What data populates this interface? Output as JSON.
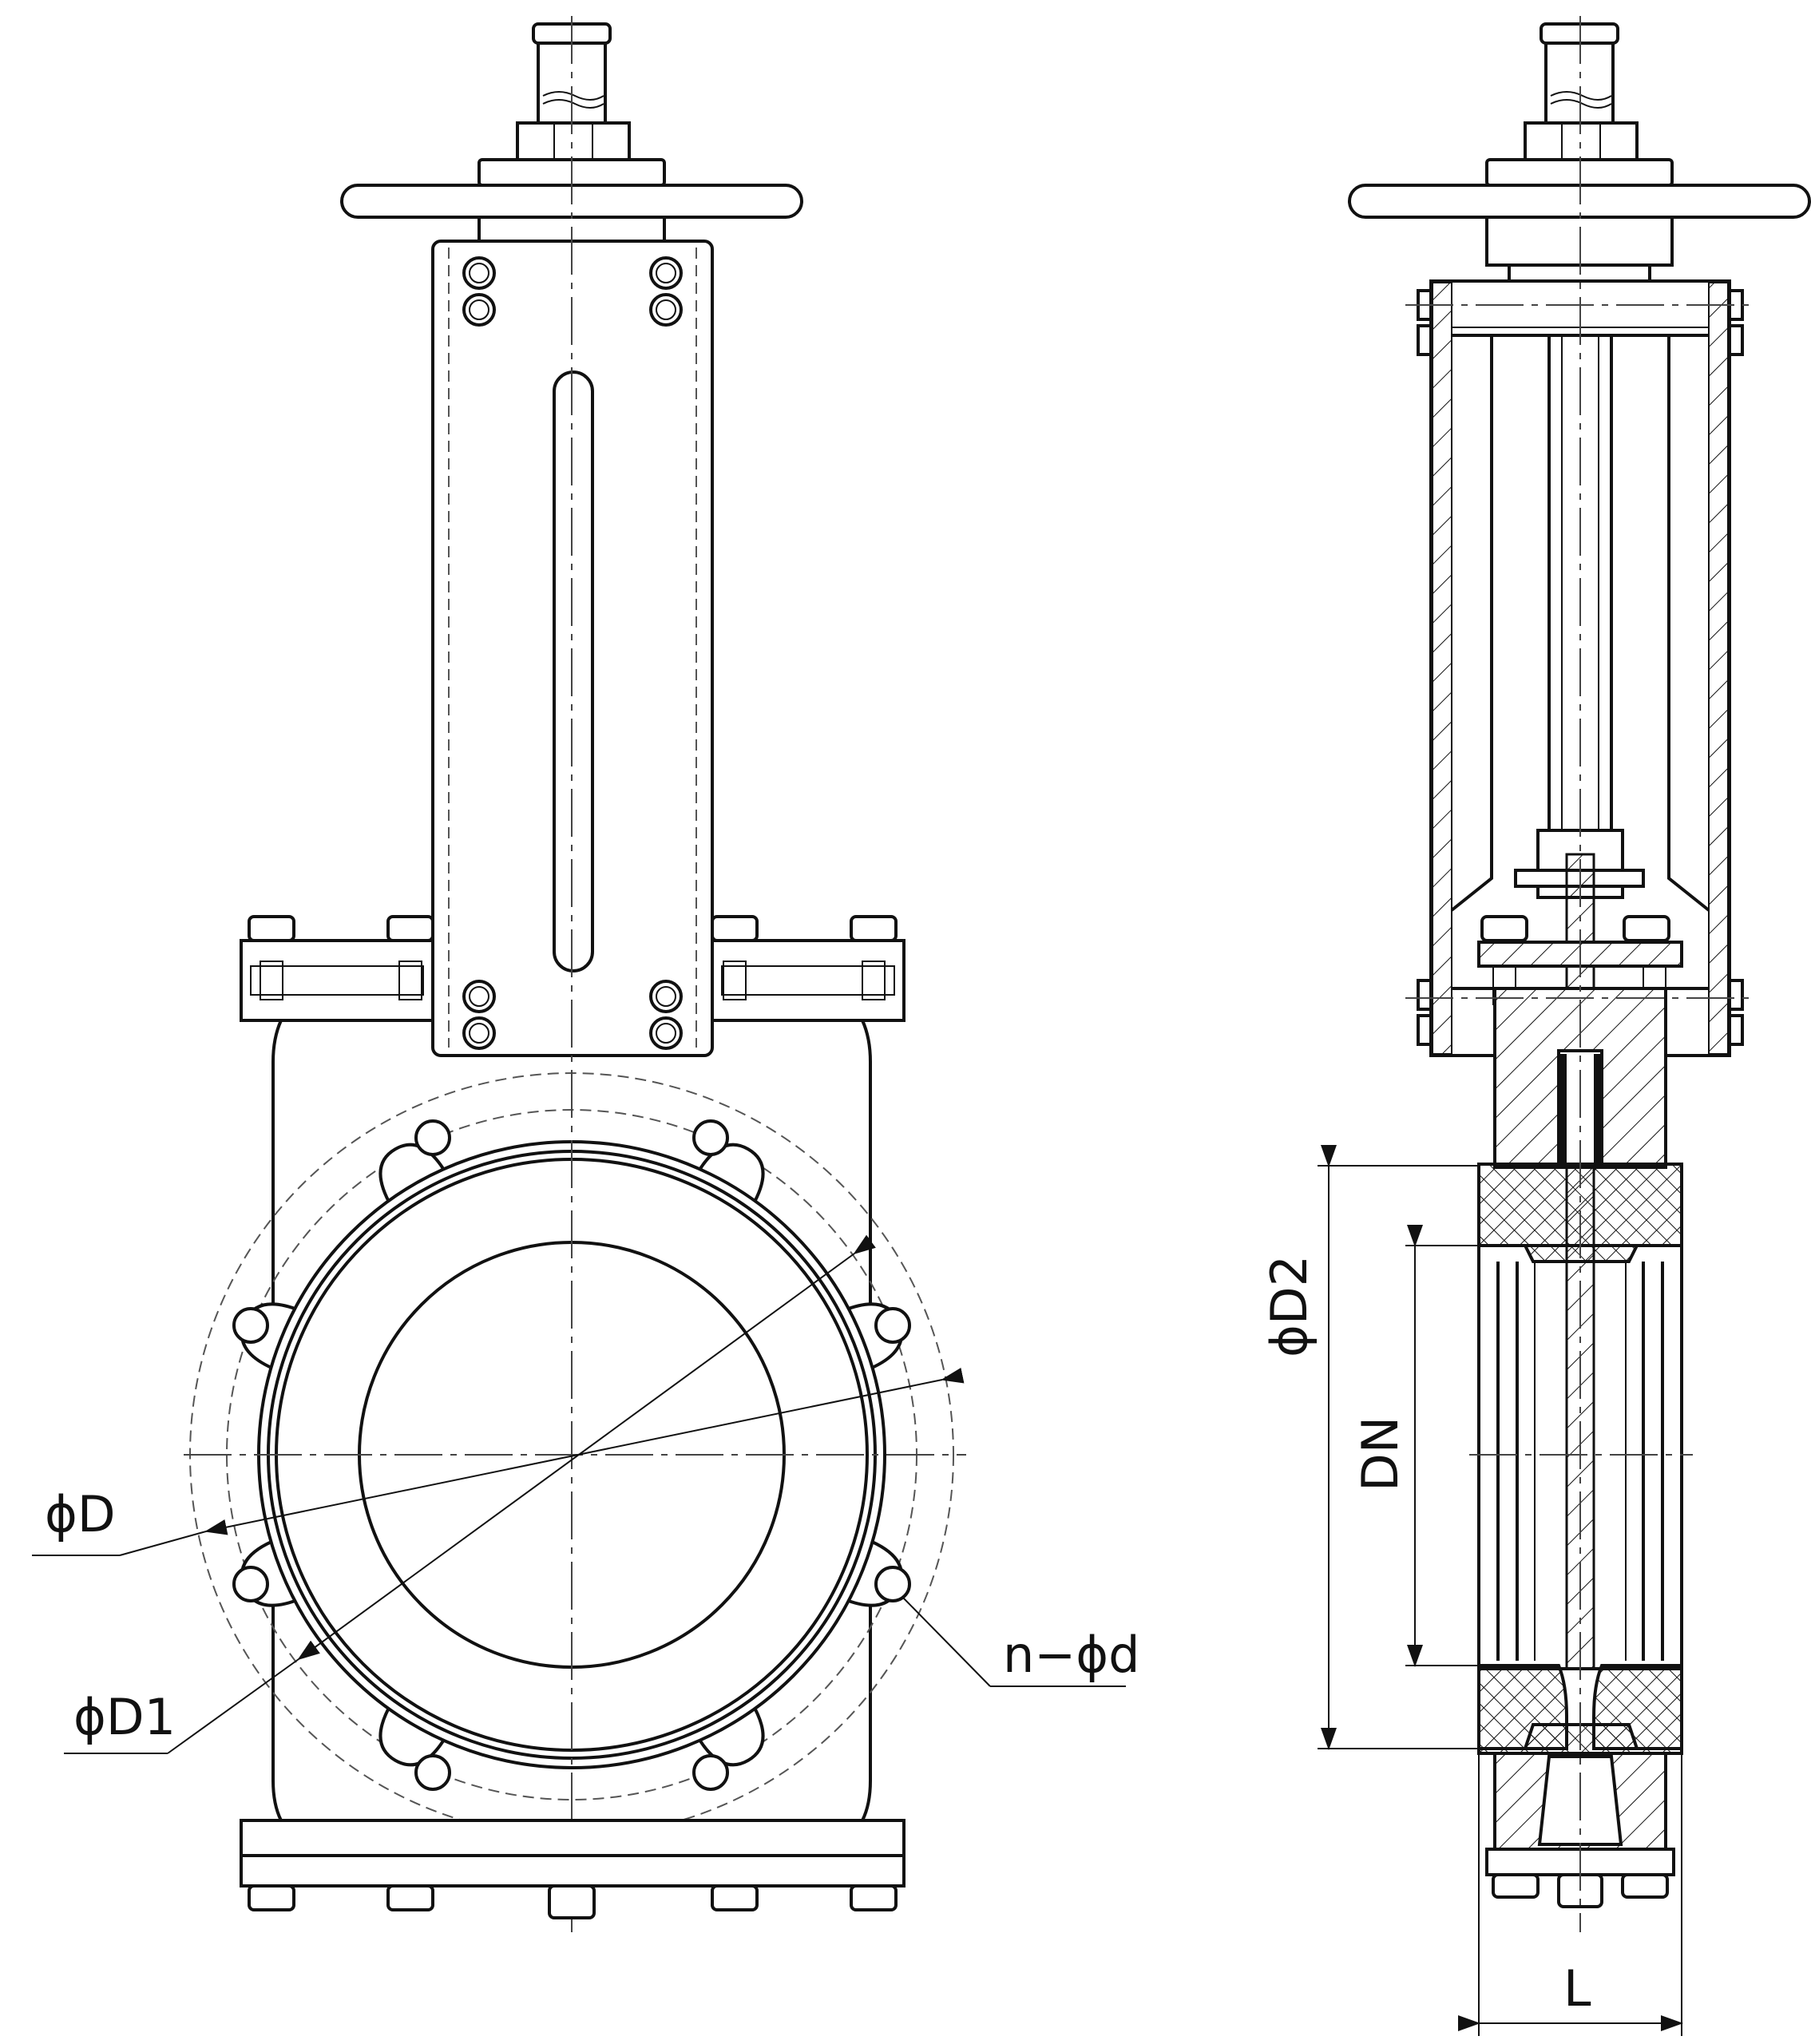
{
  "labels": {
    "d_outer": "ϕD",
    "d_bolt_circle": "ϕD1",
    "n_holes": "n−ϕd",
    "d_raised_face": "ϕD2",
    "dn": "DN",
    "length": "L"
  },
  "colors": {
    "line": "#111111",
    "background": "#ffffff",
    "hatch": "#111111"
  }
}
